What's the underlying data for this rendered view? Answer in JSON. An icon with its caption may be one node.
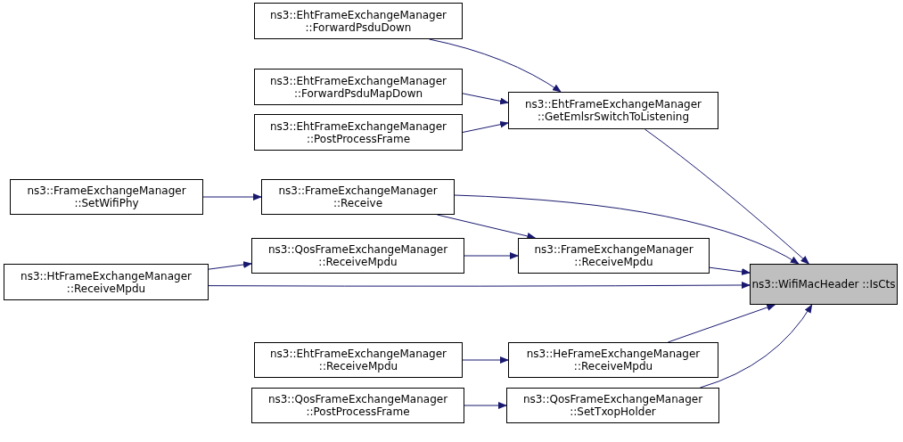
{
  "diagram": {
    "nodes": [
      {
        "text": [
          "ns3::WifiMacHeader ::IsCts"
        ]
      },
      {
        "text": [
          "ns3::EhtFrameExchangeManager ::GetEmlsrSwitchToListening"
        ]
      },
      {
        "text": [
          "ns3::EhtFrameExchangeManager ::ForwardPsduDown"
        ]
      },
      {
        "text": [
          "ns3::EhtFrameExchangeManager ::ForwardPsduMapDown"
        ]
      },
      {
        "text": [
          "ns3::EhtFrameExchangeManager ::PostProcessFrame"
        ]
      },
      {
        "text": [
          "ns3::FrameExchangeManager ::Receive"
        ]
      },
      {
        "text": [
          "ns3::FrameExchangeManager ::SetWifiPhy"
        ]
      },
      {
        "text": [
          "ns3::FrameExchangeManager ::ReceiveMpdu"
        ]
      },
      {
        "text": [
          "ns3::QosFrameExchangeManager ::ReceiveMpdu"
        ]
      },
      {
        "text": [
          "ns3::HtFrameExchangeManager ::ReceiveMpdu"
        ]
      },
      {
        "text": [
          "ns3::HeFrameExchangeManager ::ReceiveMpdu"
        ]
      },
      {
        "text": [
          "ns3::EhtFrameExchangeManager ::ReceiveMpdu"
        ]
      },
      {
        "text": [
          "ns3::QosFrameExchangeManager ::SetTxopHolder"
        ]
      },
      {
        "text": [
          "ns3::QosFrameExchangeManager ::PostProcessFrame"
        ]
      }
    ],
    "edges": [
      {
        "from": 1,
        "to": 0,
        "arrow": "to"
      },
      {
        "from": 2,
        "to": 1,
        "arrow": "to"
      },
      {
        "from": 3,
        "to": 1,
        "arrow": "to"
      },
      {
        "from": 4,
        "to": 1,
        "arrow": "to"
      },
      {
        "from": 5,
        "to": 0,
        "arrow": "to"
      },
      {
        "from": 6,
        "to": 5,
        "arrow": "to"
      },
      {
        "from": 5,
        "to": 7,
        "arrow": "to"
      },
      {
        "from": 7,
        "to": 0,
        "arrow": "to"
      },
      {
        "from": 8,
        "to": 7,
        "arrow": "to"
      },
      {
        "from": 9,
        "to": 8,
        "arrow": "to"
      },
      {
        "from": 9,
        "to": 0,
        "arrow": "to"
      },
      {
        "from": 10,
        "to": 0,
        "arrow": "to"
      },
      {
        "from": 11,
        "to": 10,
        "arrow": "to"
      },
      {
        "from": 12,
        "to": 0,
        "arrow": "to"
      },
      {
        "from": 13,
        "to": 12,
        "arrow": "to"
      }
    ]
  }
}
